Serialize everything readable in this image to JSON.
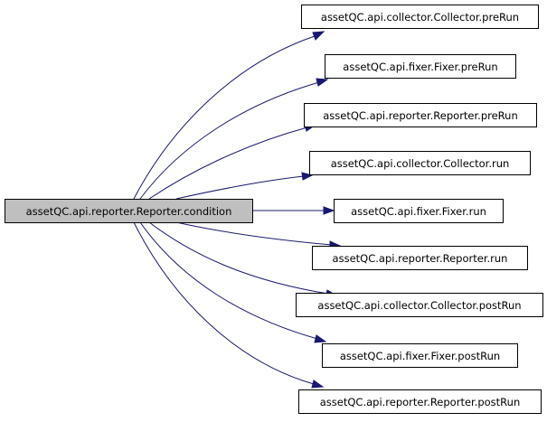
{
  "colors": {
    "edge": "#191970",
    "root_fill": "#bfbfbf",
    "node_fill": "#ffffff",
    "node_border": "#000000"
  },
  "root": {
    "label": "assetQC.api.reporter.Reporter.condition"
  },
  "callees": [
    {
      "label": "assetQC.api.collector.Collector.preRun"
    },
    {
      "label": "assetQC.api.fixer.Fixer.preRun"
    },
    {
      "label": "assetQC.api.reporter.Reporter.preRun"
    },
    {
      "label": "assetQC.api.collector.Collector.run"
    },
    {
      "label": "assetQC.api.fixer.Fixer.run"
    },
    {
      "label": "assetQC.api.reporter.Reporter.run"
    },
    {
      "label": "assetQC.api.collector.Collector.postRun"
    },
    {
      "label": "assetQC.api.fixer.Fixer.postRun"
    },
    {
      "label": "assetQC.api.reporter.Reporter.postRun"
    }
  ]
}
